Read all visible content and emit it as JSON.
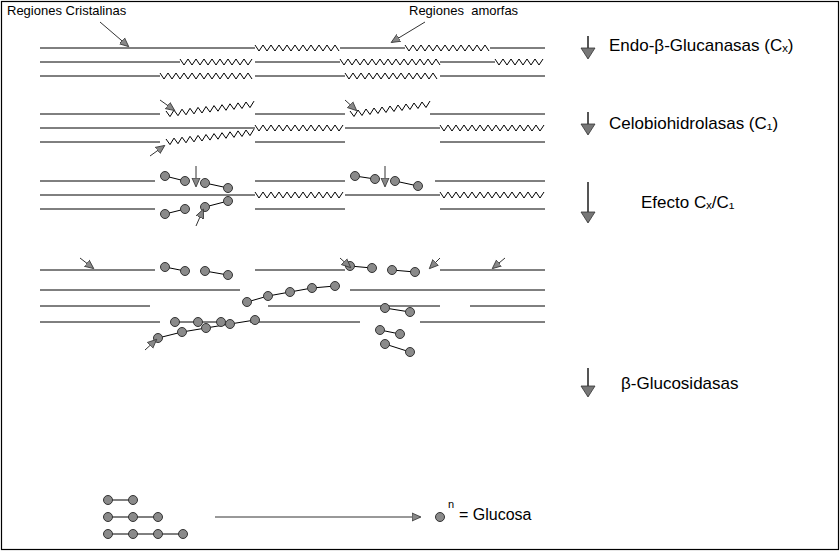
{
  "diagram": {
    "labels": [
      "Regiones Cristalinas",
      "Regiones  amorfas",
      "Endo-β-Glucanasas (Cₓ)",
      "Celobiohidrolasas (C₁)",
      "Efecto Cₓ/C₁",
      "β-Glucosidasas",
      "n",
      "= Glucosa"
    ]
  }
}
